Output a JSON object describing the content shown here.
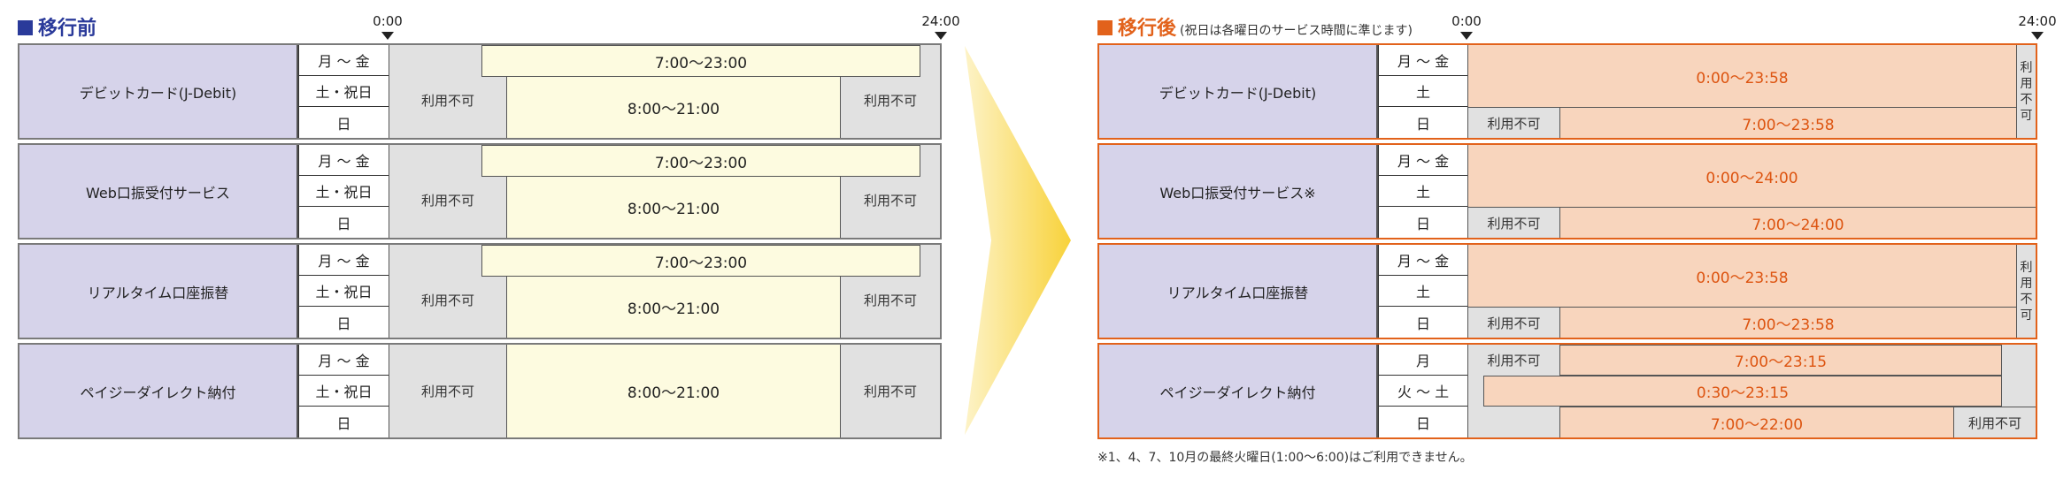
{
  "before": {
    "title": "移行前",
    "tick_start": "0:00",
    "tick_end": "24:00",
    "services": [
      {
        "name": "デビットカード(J-Debit)",
        "days": [
          "月 〜 金",
          "土・祝日",
          "日"
        ],
        "bar": "7:00〜23:00",
        "main": "8:00〜21:00",
        "left": "利用不可",
        "right": "利用不可"
      },
      {
        "name": "Web口振受付サービス",
        "days": [
          "月 〜 金",
          "土・祝日",
          "日"
        ],
        "bar": "7:00〜23:00",
        "main": "8:00〜21:00",
        "left": "利用不可",
        "right": "利用不可"
      },
      {
        "name": "リアルタイム口座振替",
        "days": [
          "月 〜 金",
          "土・祝日",
          "日"
        ],
        "bar": "7:00〜23:00",
        "main": "8:00〜21:00",
        "left": "利用不可",
        "right": "利用不可"
      },
      {
        "name": "ペイジーダイレクト納付",
        "days": [
          "月 〜 金",
          "土・祝日",
          "日"
        ],
        "bar": "",
        "main": "8:00〜21:00",
        "left": "利用不可",
        "right": "利用不可"
      }
    ]
  },
  "after": {
    "title": "移行後",
    "title_note": "(祝日は各曜日のサービス時間に準じます)",
    "tick_start": "0:00",
    "tick_end": "24:00",
    "services": [
      {
        "name": "デビットカード(J-Debit)",
        "days": [
          "月 〜 金",
          "土",
          "日"
        ],
        "top": "0:00〜23:58",
        "sun_ng": "利用不可",
        "sun": "7:00〜23:58",
        "side": "利用不可"
      },
      {
        "name": "Web口振受付サービス※",
        "days": [
          "月 〜 金",
          "土",
          "日"
        ],
        "top": "0:00〜24:00",
        "sun_ng": "利用不可",
        "sun": "7:00〜24:00"
      },
      {
        "name": "リアルタイム口座振替",
        "days": [
          "月 〜 金",
          "土",
          "日"
        ],
        "top": "0:00〜23:58",
        "sun_ng": "利用不可",
        "sun": "7:00〜23:58",
        "side": "利用不可"
      },
      {
        "name": "ペイジーダイレクト納付",
        "days": [
          "月",
          "火 〜 土",
          "日"
        ],
        "mon_ng": "利用不可",
        "mon": "7:00〜23:15",
        "tue": "0:30〜23:15",
        "sun": "7:00〜22:00",
        "sun_ng": "利用不可"
      }
    ],
    "footnote": "※1、4、7、10月の最終火曜日(1:00〜6:00)はご利用できません。"
  },
  "colors": {
    "before_accent": "#2a3a9a",
    "after_accent": "#e2621b",
    "service_bg": "#d6d3ea",
    "available_before": "#fdfbe0",
    "available_after": "#f8d5bd",
    "unavailable": "#e1e1e1"
  }
}
